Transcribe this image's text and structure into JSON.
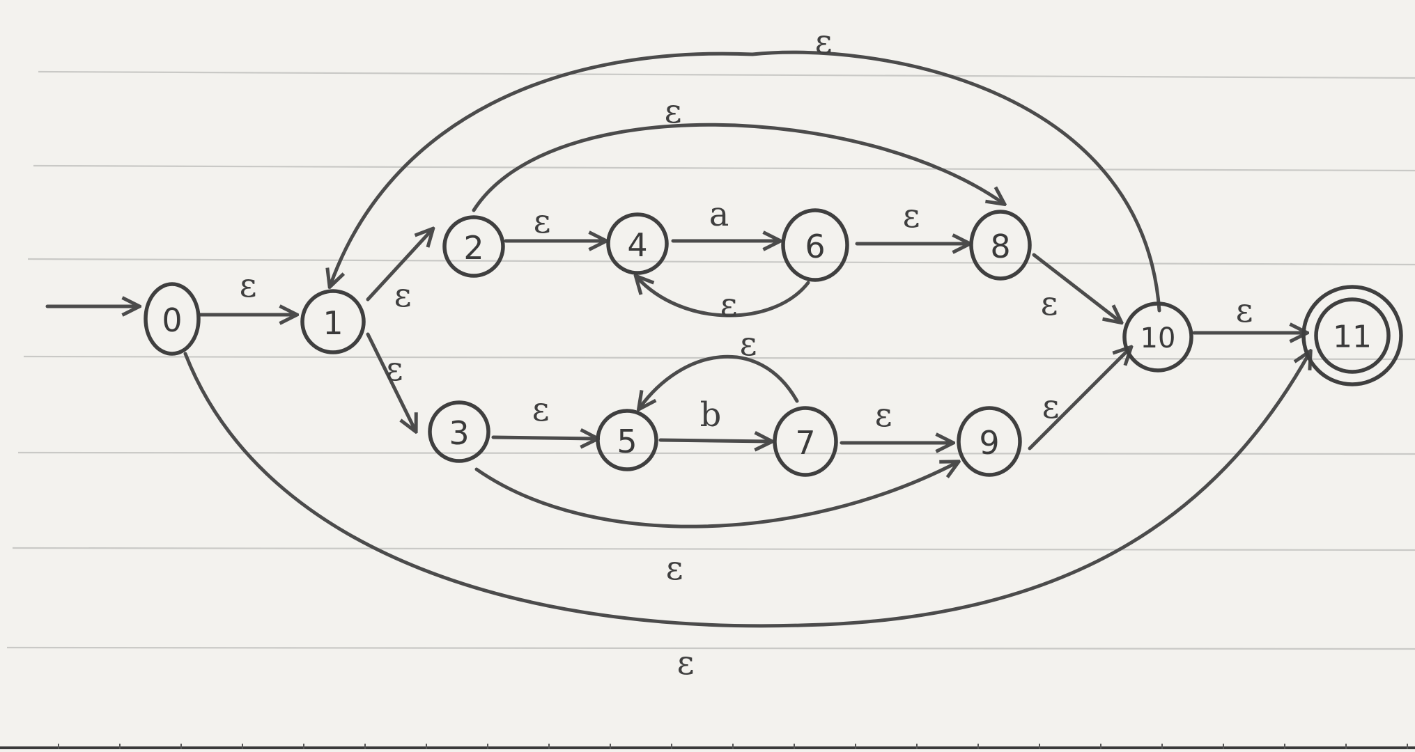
{
  "states": [
    {
      "id": "s0",
      "label": "0",
      "accepting": false
    },
    {
      "id": "s1",
      "label": "1",
      "accepting": false
    },
    {
      "id": "s2",
      "label": "2",
      "accepting": false
    },
    {
      "id": "s3",
      "label": "3",
      "accepting": false
    },
    {
      "id": "s4",
      "label": "4",
      "accepting": false
    },
    {
      "id": "s5",
      "label": "5",
      "accepting": false
    },
    {
      "id": "s6",
      "label": "6",
      "accepting": false
    },
    {
      "id": "s7",
      "label": "7",
      "accepting": false
    },
    {
      "id": "s8",
      "label": "8",
      "accepting": false
    },
    {
      "id": "s9",
      "label": "9",
      "accepting": false
    },
    {
      "id": "s10",
      "label": "10",
      "accepting": false
    },
    {
      "id": "s11",
      "label": "11",
      "accepting": true
    }
  ],
  "start_state": "0",
  "transitions": [
    {
      "from": "0",
      "to": "1",
      "label": "ε"
    },
    {
      "from": "1",
      "to": "2",
      "label": "ε"
    },
    {
      "from": "1",
      "to": "3",
      "label": "ε"
    },
    {
      "from": "2",
      "to": "4",
      "label": "ε"
    },
    {
      "from": "4",
      "to": "6",
      "label": "a"
    },
    {
      "from": "6",
      "to": "4",
      "label": "ε"
    },
    {
      "from": "6",
      "to": "8",
      "label": "ε"
    },
    {
      "from": "2",
      "to": "8",
      "label": "ε"
    },
    {
      "from": "8",
      "to": "10",
      "label": "ε"
    },
    {
      "from": "3",
      "to": "5",
      "label": "ε"
    },
    {
      "from": "5",
      "to": "7",
      "label": "b"
    },
    {
      "from": "7",
      "to": "5",
      "label": "ε"
    },
    {
      "from": "7",
      "to": "9",
      "label": "ε"
    },
    {
      "from": "3",
      "to": "9",
      "label": "ε"
    },
    {
      "from": "9",
      "to": "10",
      "label": "ε"
    },
    {
      "from": "10",
      "to": "11",
      "label": "ε"
    },
    {
      "from": "10",
      "to": "1",
      "label": "ε"
    },
    {
      "from": "0",
      "to": "11",
      "label": "ε"
    }
  ],
  "colors": {
    "paper": "#f3f2ee",
    "ink": "#3f3f3f",
    "rule": "#c9c9c6"
  }
}
